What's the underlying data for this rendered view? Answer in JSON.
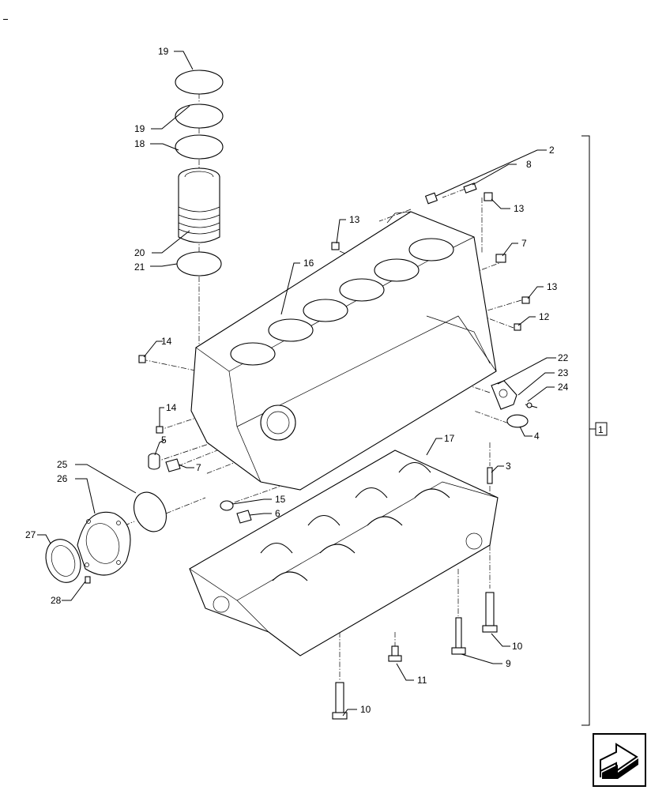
{
  "diagram": {
    "group_label": "1",
    "callouts": {
      "p19a": "19",
      "p19b": "19",
      "p18": "18",
      "p20": "20",
      "p21": "21",
      "p2": "2",
      "p8": "8",
      "p13a": "13",
      "p13b": "13",
      "p13c": "13",
      "p16": "16",
      "p7a": "7",
      "p7b": "7",
      "p12": "12",
      "p14a": "14",
      "p14b": "14",
      "p22": "22",
      "p23": "23",
      "p24": "24",
      "p4": "4",
      "p5": "5",
      "p17": "17",
      "p3": "3",
      "p25": "25",
      "p26": "26",
      "p15": "15",
      "p6": "6",
      "p27": "27",
      "p28": "28",
      "p10a": "10",
      "p10b": "10",
      "p9": "9",
      "p11": "11"
    },
    "icons": {
      "nav": "next-page-arrow-icon"
    }
  }
}
